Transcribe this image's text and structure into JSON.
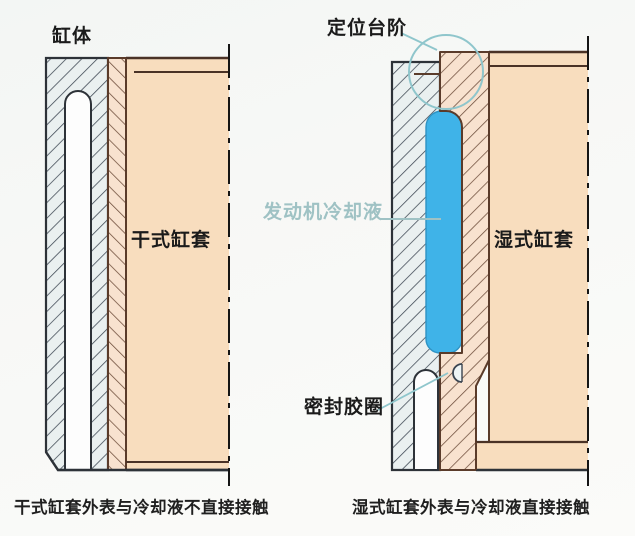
{
  "figure": {
    "type": "engineering-cross-section",
    "subject": "Dry cylinder liner vs wet cylinder liner comparison",
    "background_color": "#f5f7f5"
  },
  "colors": {
    "block_fill": "#eaf0f0",
    "block_hatch_line": "#3a4450",
    "liner_fill": "#f8ddbe",
    "liner_hatch_fill": "#f7e0cc",
    "liner_hatch_line": "#6b4a38",
    "coolant_fill": "#3fb3e8",
    "coolant_label": "#9fc2c4",
    "outline": "#2d3238",
    "liner_outline": "#5a3b2a",
    "callout_circle": "#8fc6cc",
    "centerline": "#1a1a1a",
    "text": "#1b1b1b"
  },
  "left_panel": {
    "name": "dry-liner-diagram",
    "labels": {
      "cylinder_block": "缸体",
      "liner": "干式缸套"
    },
    "caption": "干式缸套外表与冷却液不直接接触"
  },
  "right_panel": {
    "name": "wet-liner-diagram",
    "labels": {
      "locating_step": "定位台阶",
      "liner": "湿式缸套",
      "coolant": "发动机冷却液",
      "seal_ring": "密封胶圈"
    },
    "caption": "湿式缸套外表与冷却液直接接触"
  }
}
